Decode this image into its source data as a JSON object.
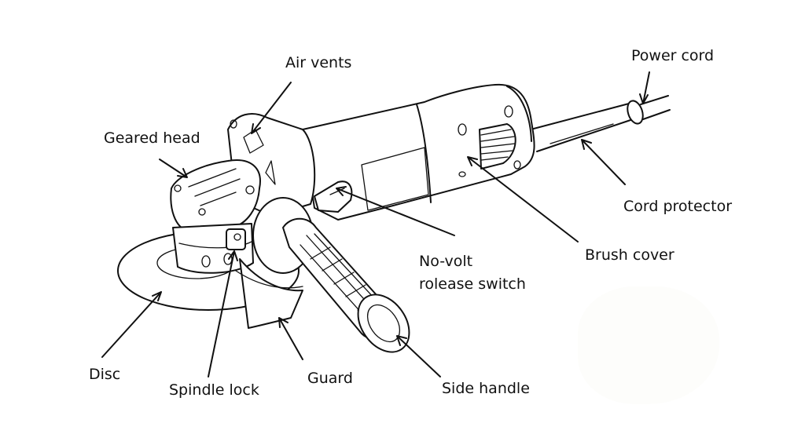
{
  "diagram": {
    "subject": "Angle grinder",
    "labels": {
      "air_vents": "Air vents",
      "power_cord": "Power cord",
      "geared_head": "Geared head",
      "cord_protector": "Cord protector",
      "brush_cover": "Brush cover",
      "no_volt_line1": "No-volt",
      "no_volt_line2": "rolease switch",
      "disc": "Disc",
      "spindle_lock": "Spindle lock",
      "guard": "Guard",
      "side_handle": "Side handle"
    },
    "colors": {
      "line": "#111111",
      "background": "#ffffff"
    }
  }
}
